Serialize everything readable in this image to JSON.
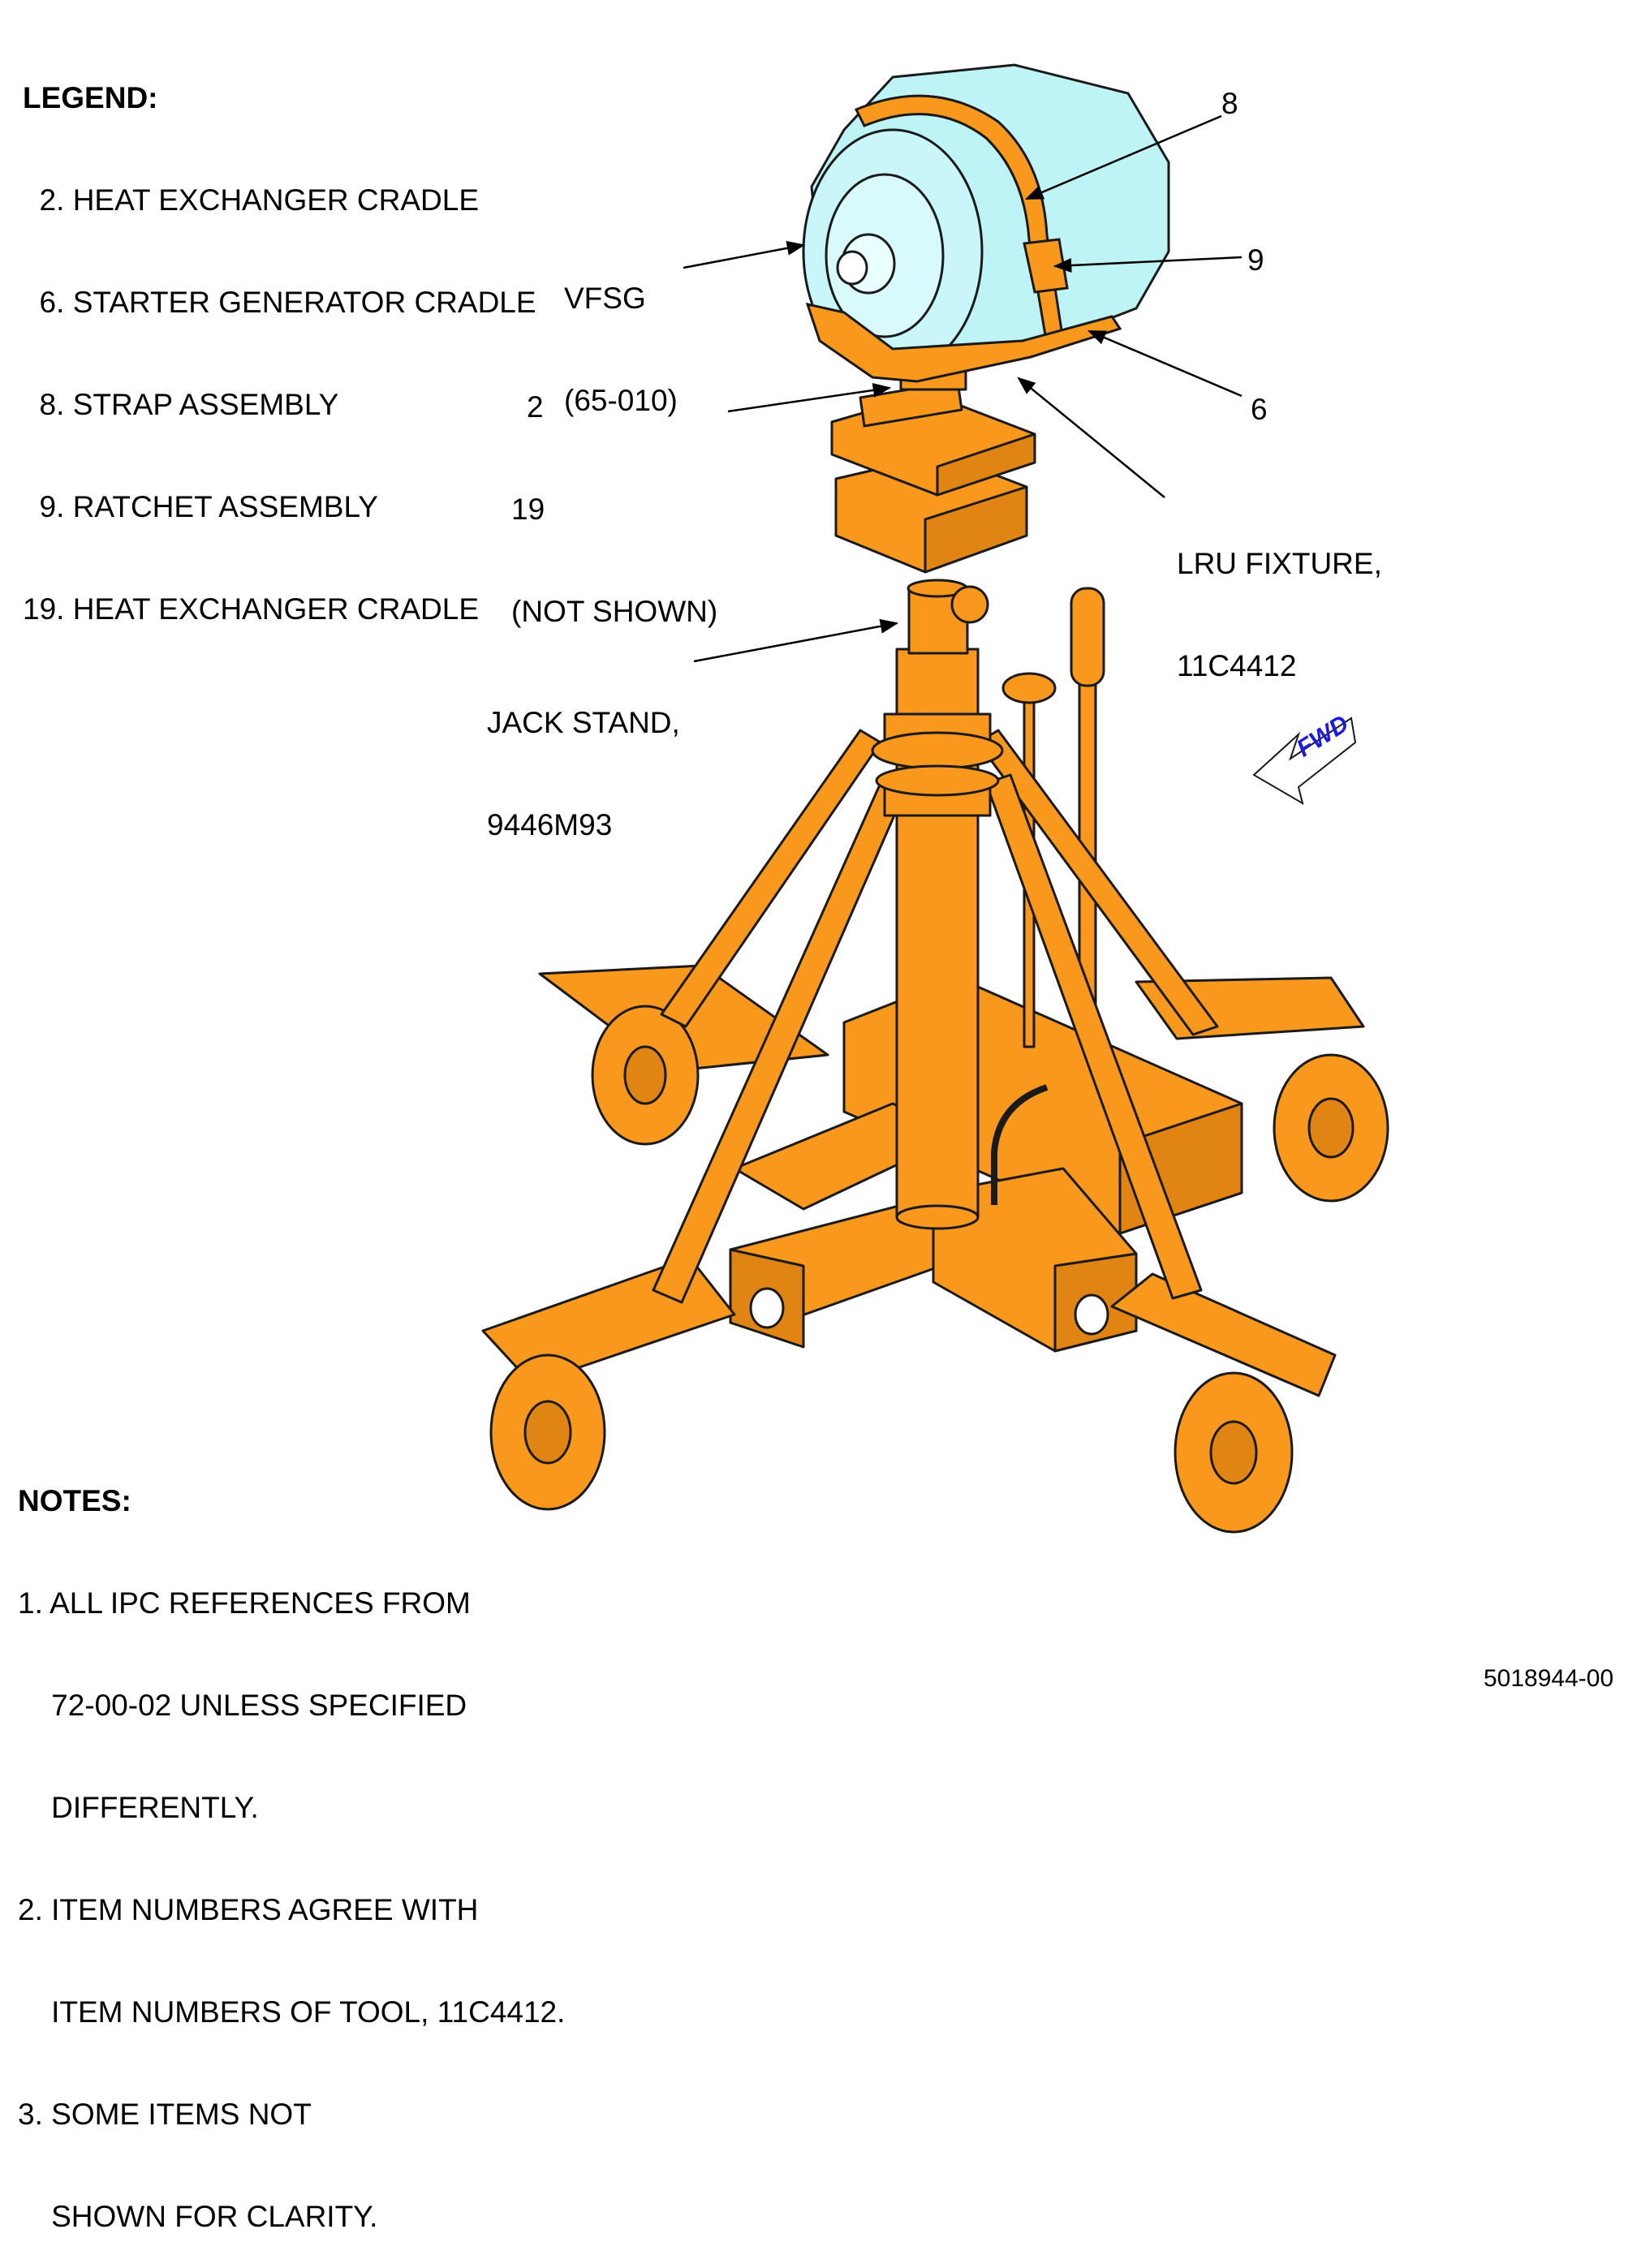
{
  "legend": {
    "heading": "LEGEND:",
    "items": [
      "  2. HEAT EXCHANGER CRADLE",
      "  6. STARTER GENERATOR CRADLE",
      "  8. STRAP ASSEMBLY",
      "  9. RATCHET ASSEMBLY",
      "19. HEAT EXCHANGER CRADLE"
    ]
  },
  "callouts": {
    "vfsg": [
      "VFSG",
      "(65-010)"
    ],
    "item_8": "8",
    "item_9": "9",
    "item_6": "6",
    "item_2_19": [
      "2",
      "19",
      "(NOT SHOWN)"
    ],
    "lru_fixture": [
      "LRU FIXTURE,",
      "11C4412"
    ],
    "jack_stand": [
      "JACK STAND,",
      "9446M93"
    ],
    "fwd": "FWD"
  },
  "notes": {
    "heading": "NOTES:",
    "items": [
      "1. ALL IPC REFERENCES FROM",
      "    72-00-02 UNLESS SPECIFIED",
      "    DIFFERENTLY.",
      "2. ITEM NUMBERS AGREE WITH",
      "    ITEM NUMBERS OF TOOL, 11C4412.",
      "3. SOME ITEMS NOT",
      "    SHOWN FOR CLARITY."
    ]
  },
  "figure_id": "5018944-00",
  "colors": {
    "orange": "#F8981D",
    "cyan": "#BFF4F7",
    "outline": "#1A1A1A",
    "fwd_blue": "#1A1AE6"
  }
}
